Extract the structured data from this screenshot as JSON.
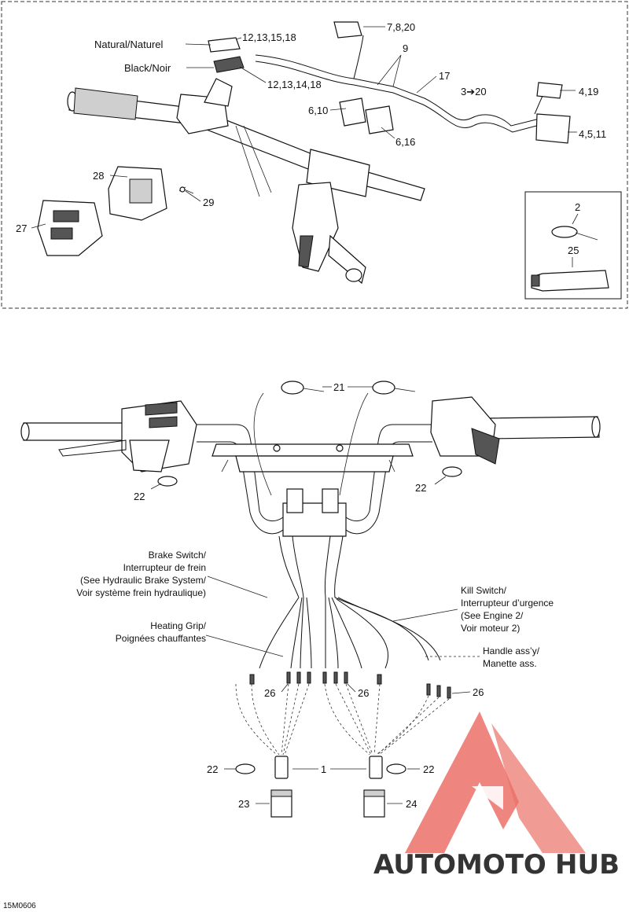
{
  "top": {
    "callouts": {
      "c1": "Natural/Naturel",
      "c2": "12,13,15,18",
      "c3": "Black/Noir",
      "c4": "12,13,14,18",
      "c5": "7,8,20",
      "c6": "9",
      "c7": "17",
      "c8": "3➔20",
      "c9": "4,19",
      "c10": "6,10",
      "c11": "6,16",
      "c12": "4,5,11",
      "c13": "28",
      "c14": "29",
      "c15": "27"
    },
    "inset": {
      "c1": "2",
      "c2": "25"
    }
  },
  "bottom": {
    "callouts": {
      "n21": "21",
      "n22a": "22",
      "n22b": "22",
      "n26a": "26",
      "n26b": "26",
      "n26c": "26",
      "n22c": "22",
      "n1": "1",
      "n22d": "22",
      "n23": "23",
      "n24": "24"
    },
    "brake": [
      "Brake Switch/",
      "Interrupteur de frein",
      "(See Hydraulic Brake System/",
      "Voir système frein hydraulique)"
    ],
    "heating": [
      "Heating Grip/",
      "Poignées chauffantes"
    ],
    "kill": [
      "Kill Switch/",
      "Interrupteur d’urgence",
      "(See Engine 2/",
      "Voir moteur 2)"
    ],
    "handle": [
      "Handle ass’y/",
      "Manette ass."
    ]
  },
  "footer_code": "15M0606",
  "watermark": {
    "prefix": "AUTOMOTO",
    "suffix": "HUB"
  },
  "colors": {
    "watermark_red": "#e8584f",
    "watermark_orange": "#f0a640",
    "watermark_grey": "#6b6b6b"
  }
}
